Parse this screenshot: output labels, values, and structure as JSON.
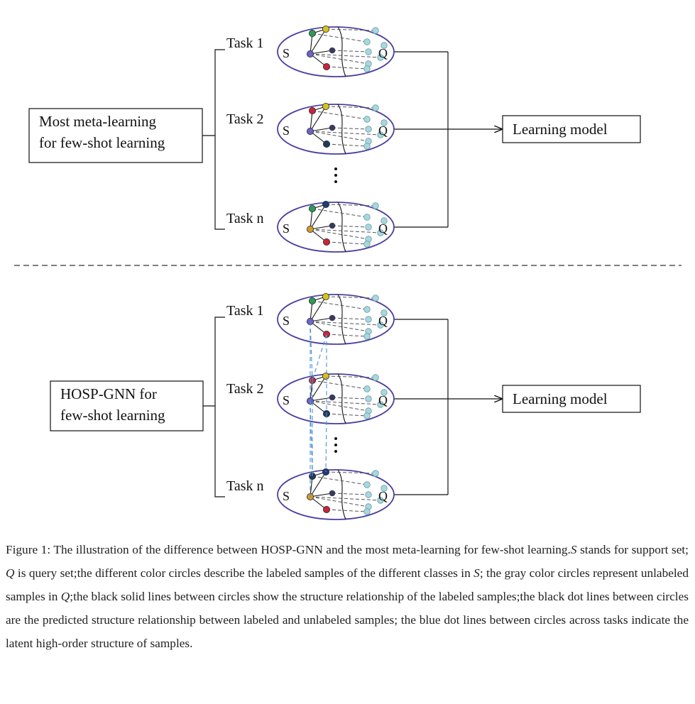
{
  "top": {
    "source_label_line1": "Most meta-learning",
    "source_label_line2": "for few-shot learning",
    "tasks": [
      {
        "label": "Task 1",
        "support_colors": [
          "#2e9a5a",
          "#d8c21a",
          "#6e63c8",
          "#c8243a"
        ]
      },
      {
        "label": "Task 2",
        "support_colors": [
          "#c8243a",
          "#d8c21a",
          "#6e63c8",
          "#1f3b5a"
        ]
      },
      {
        "label": "Task n",
        "support_colors": [
          "#2e9a5a",
          "#1f3b7a",
          "#d19a2e",
          "#c8243a"
        ]
      }
    ],
    "target_label": "Learning model"
  },
  "bottom": {
    "source_label_line1": "HOSP-GNN for",
    "source_label_line2": "few-shot learning",
    "tasks": [
      {
        "label": "Task 1",
        "support_colors": [
          "#2e9a5a",
          "#d8c21a",
          "#6e63c8",
          "#c8243a"
        ]
      },
      {
        "label": "Task 2",
        "support_colors": [
          "#c8243a",
          "#d8c21a",
          "#6e63c8",
          "#1f3b5a"
        ]
      },
      {
        "label": "Task n",
        "support_colors": [
          "#1f3b5a",
          "#1f3b7a",
          "#d19a2e",
          "#c8243a"
        ]
      }
    ],
    "target_label": "Learning model"
  },
  "set_labels": {
    "support": "S",
    "query": "Q"
  },
  "ellipsis": "⋮",
  "colors": {
    "ellipse_stroke": "#4a3fa0",
    "query_node": "#a8d8df",
    "center_node": "#3a3a5a",
    "latent_link": "#4a90d9",
    "dashed_line": "#555555"
  },
  "caption": {
    "prefix": "Figure 1: The illustration of the difference between HOSP-GNN and the most meta-learning for few-shot learning.",
    "s_symbol": "S",
    "part1": " stands for support set; ",
    "q_symbol": "Q",
    "part2": " is query set;the different color circles describe the labeled samples of the different classes in ",
    "s_symbol2": "S",
    "part3": "; the gray color circles represent unlabeled samples in ",
    "q_symbol2": "Q",
    "part4": ";the black solid lines between circles show the structure relationship of the labeled samples;the black dot lines between circles are the predicted structure relationship between labeled and unlabeled samples; the blue dot lines between circles across tasks indicate the latent high-order structure of samples."
  }
}
